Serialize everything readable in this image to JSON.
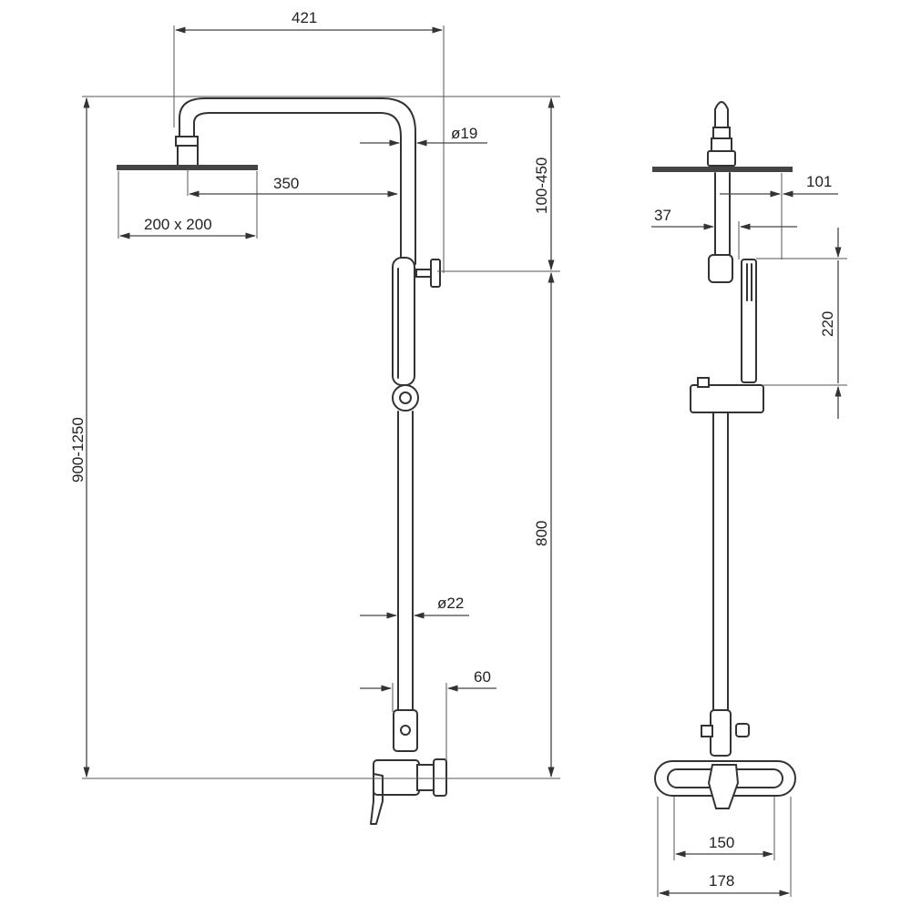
{
  "dimensions": {
    "arm_reach": "421",
    "arm_pipe_diameter": "ø19",
    "head_offset": "350",
    "head_size": "200 x 200",
    "arm_height_range": "100-450",
    "overall_height_range": "900-1250",
    "slide_bar_length": "800",
    "riser_diameter": "ø22",
    "mixer_depth": "60",
    "head_projection": "101",
    "handset_offset": "37",
    "handset_length": "220",
    "mixer_width_inner": "150",
    "mixer_width_outer": "178"
  }
}
